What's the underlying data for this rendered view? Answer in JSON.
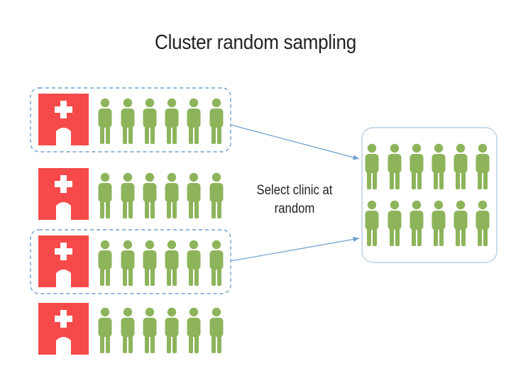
{
  "title": "Cluster random sampling",
  "caption_line1": "Select clinic at",
  "caption_line2": "random",
  "clinics": [
    {
      "people": 6,
      "selected": true
    },
    {
      "people": 6,
      "selected": false
    },
    {
      "people": 6,
      "selected": true
    },
    {
      "people": 6,
      "selected": false
    }
  ],
  "sample": {
    "rows": 2,
    "people_per_row": 6
  },
  "colors": {
    "clinic": "#f64a4a",
    "person": "#8db45b",
    "selection_border": "#6f9fcf",
    "arrow": "#6f9fcf",
    "sample_border": "#b9cee0"
  },
  "icons": {
    "clinic": "hospital-icon",
    "person": "person-icon"
  }
}
